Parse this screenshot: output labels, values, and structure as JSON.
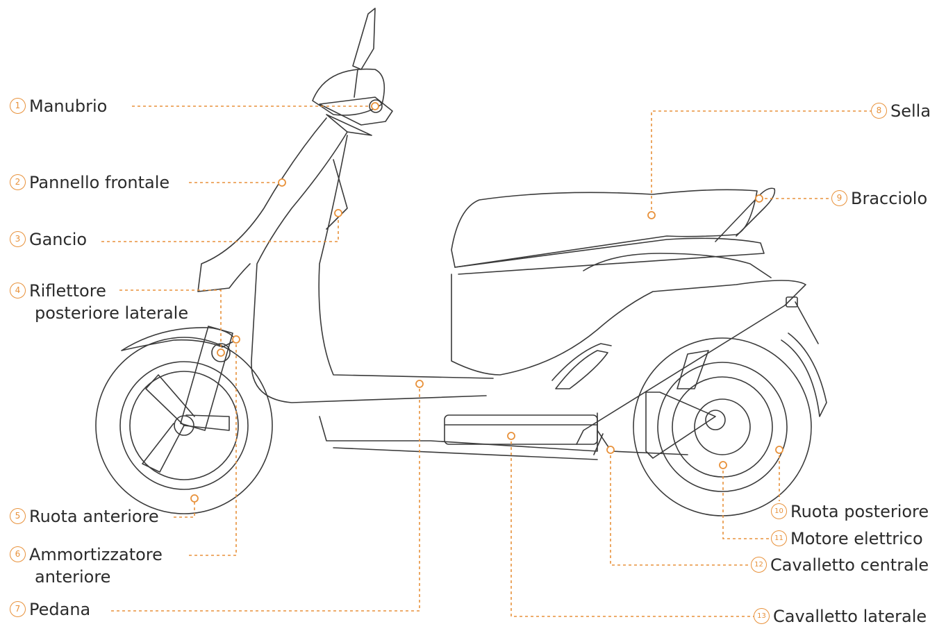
{
  "accent_color": "#e8913a",
  "outline_color": "#3a3a3a",
  "parts": [
    {
      "number": "1",
      "name": "Manubrio"
    },
    {
      "number": "2",
      "name": "Pannello frontale"
    },
    {
      "number": "3",
      "name": "Gancio"
    },
    {
      "number": "4",
      "name": "Riflettore",
      "name_line2": "posteriore laterale"
    },
    {
      "number": "5",
      "name": "Ruota anteriore"
    },
    {
      "number": "6",
      "name": "Ammortizzatore",
      "name_line2": "anteriore"
    },
    {
      "number": "7",
      "name": "Pedana"
    },
    {
      "number": "8",
      "name": "Sella"
    },
    {
      "number": "9",
      "name": "Bracciolo"
    },
    {
      "number": "10",
      "name": "Ruota posteriore"
    },
    {
      "number": "11",
      "name": "Motore elettrico"
    },
    {
      "number": "12",
      "name": "Cavalletto centrale"
    },
    {
      "number": "13",
      "name": "Cavalletto laterale"
    }
  ]
}
